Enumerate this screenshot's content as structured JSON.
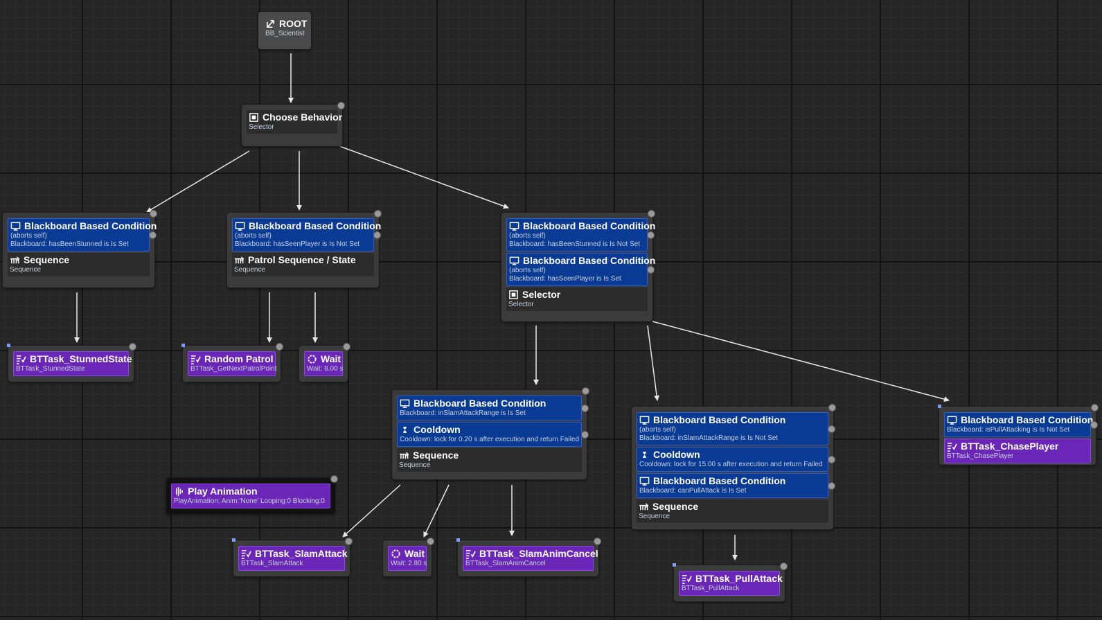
{
  "nodes": {
    "root": {
      "title": "ROOT",
      "sub": "BB_Scientist"
    },
    "choose": {
      "title": "Choose Behavior",
      "sub": "Selector"
    },
    "stunned_branch": {
      "dec": {
        "title": "Blackboard Based Condition",
        "line1": "(aborts self)",
        "line2": "Blackboard: hasBeenStunned is Is Set"
      },
      "comp": {
        "title": "Sequence",
        "sub": "Sequence"
      }
    },
    "patrol_branch": {
      "dec": {
        "title": "Blackboard Based Condition",
        "line1": "(aborts self)",
        "line2": "Blackboard: hasSeenPlayer is Is Not Set"
      },
      "comp": {
        "title": "Patrol Sequence / State",
        "sub": "Sequence"
      }
    },
    "combat_branch": {
      "dec1": {
        "title": "Blackboard Based Condition",
        "line1": "(aborts self)",
        "line2": "Blackboard: hasBeenStunned is Is Not Set"
      },
      "dec2": {
        "title": "Blackboard Based Condition",
        "line1": "(aborts self)",
        "line2": "Blackboard: hasSeenPlayer is Is Set"
      },
      "comp": {
        "title": "Selector",
        "sub": "Selector"
      }
    },
    "task_stunned": {
      "title": "BTTask_StunnedState",
      "sub": "BTTask_StunnedState"
    },
    "task_random_patrol": {
      "title": "Random Patrol",
      "sub": "BTTask_GetNextPatrolPoint"
    },
    "task_wait_8": {
      "title": "Wait",
      "sub": "Wait: 8.00 s"
    },
    "slam_branch": {
      "dec": {
        "title": "Blackboard Based Condition",
        "line1": "Blackboard: inSlamAttackRange is Is Set"
      },
      "cool": {
        "title": "Cooldown",
        "line1": "Cooldown: lock for 0.20 s after execution and return Failed"
      },
      "comp": {
        "title": "Sequence",
        "sub": "Sequence"
      }
    },
    "pull_branch": {
      "dec1": {
        "title": "Blackboard Based Condition",
        "line1": "(aborts self)",
        "line2": "Blackboard: inSlamAttackRange is Is Not Set"
      },
      "cool": {
        "title": "Cooldown",
        "line1": "Cooldown: lock for 15.00 s after execution and return Failed"
      },
      "dec2": {
        "title": "Blackboard Based Condition",
        "line1": "Blackboard: canPullAttack is Is Set"
      },
      "comp": {
        "title": "Sequence",
        "sub": "Sequence"
      }
    },
    "chase_branch": {
      "dec": {
        "title": "Blackboard Based Condition",
        "line1": "Blackboard: isPullAttacking is Is Not Set"
      },
      "task": {
        "title": "BTTask_ChasePlayer",
        "sub": "BTTask_ChasePlayer"
      }
    },
    "play_animation": {
      "title": "Play Animation",
      "sub": "PlayAnimation: Anim:'None' Looping:0 Blocking:0"
    },
    "task_slam_attack": {
      "title": "BTTask_SlamAttack",
      "sub": "BTTask_SlamAttack"
    },
    "task_wait_2": {
      "title": "Wait",
      "sub": "Wait: 2.80 s"
    },
    "task_slam_anim_cancel": {
      "title": "BTTask_SlamAnimCancel",
      "sub": "BTTask_SlamAnimCancel"
    },
    "task_pull_attack": {
      "title": "BTTask_PullAttack",
      "sub": "BTTask_PullAttack"
    }
  },
  "colors": {
    "decorator": "#0a3b94",
    "task": "#6a26b6",
    "composite": "#2c2c2c",
    "node_body": "#3b3b3b",
    "edge": "#e8e8e8",
    "background": "#262626"
  },
  "icons": {
    "root": "root-icon",
    "selector": "selector-icon",
    "sequence": "sequence-icon",
    "blackboard": "blackboard-monitor-icon",
    "cooldown": "cooldown-icon",
    "task": "task-icon",
    "wait": "wait-icon",
    "animation": "animation-icon"
  }
}
